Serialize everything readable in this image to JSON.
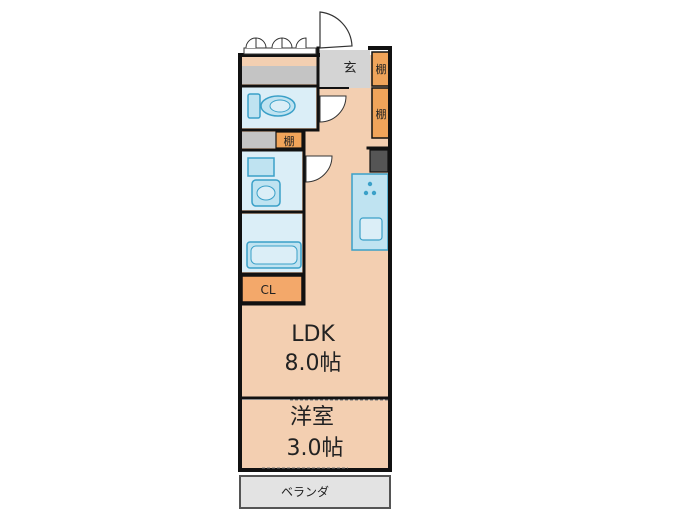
{
  "rooms": {
    "entrance": "玄",
    "shelf_entrance": "棚",
    "shelf_corridor": "棚",
    "shelf_wash": "棚",
    "closet": "CL",
    "ldk_name": "LDK",
    "ldk_size": "8.0帖",
    "western_name": "洋室",
    "western_size": "3.0帖",
    "balcony": "ベランダ"
  },
  "colors": {
    "floor": "#f3cfb1",
    "wet_area": "#dbeef7",
    "fixture_fill": "#bfe3f1",
    "fixture_stroke": "#3aa0c8",
    "shelf": "#f0a45a",
    "closet": "#f3a86a",
    "gray_zone": "#c4c4c4",
    "wall": "#111111"
  }
}
